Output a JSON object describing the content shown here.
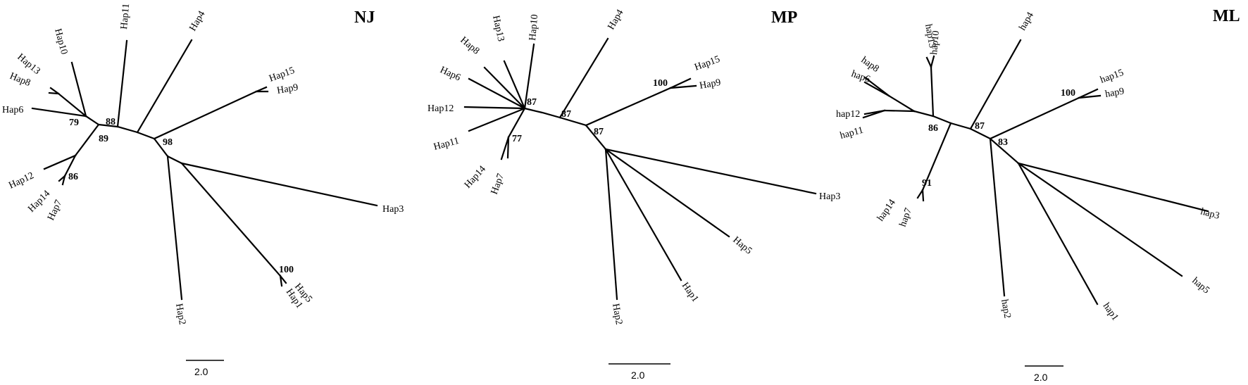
{
  "panels": [
    {
      "title": "NJ",
      "scale_label": "2.0",
      "tips": [
        "Hap10",
        "Hap13",
        "Hap8",
        "Hap6",
        "Hap11",
        "Hap4",
        "Hap15",
        "Hap9",
        "Hap12",
        "Hap14",
        "Hap7",
        "Hap3",
        "Hap2",
        "Hap5",
        "Hap1"
      ],
      "bootstrap": [
        "79",
        "88",
        "89",
        "98",
        "86",
        "100"
      ]
    },
    {
      "title": "MP",
      "scale_label": "2.0",
      "tips": [
        "Hap13",
        "Hap10",
        "Hap8",
        "Hap6",
        "Hap12",
        "Hap11",
        "Hap14",
        "Hap7",
        "Hap4",
        "Hap15",
        "Hap9",
        "Hap3",
        "Hap5",
        "Hap1",
        "Hap2"
      ],
      "bootstrap": [
        "87",
        "77",
        "87",
        "87",
        "100"
      ]
    },
    {
      "title": "ML",
      "scale_label": "2.0",
      "tips": [
        "hap13",
        "hap10",
        "hap8",
        "hap6",
        "hap12",
        "hap11",
        "hap14",
        "hap7",
        "hap4",
        "hap15",
        "hap9",
        "hap3",
        "hap5",
        "hap1",
        "hap2"
      ],
      "bootstrap": [
        "86",
        "87",
        "83",
        "91",
        "100"
      ]
    }
  ]
}
